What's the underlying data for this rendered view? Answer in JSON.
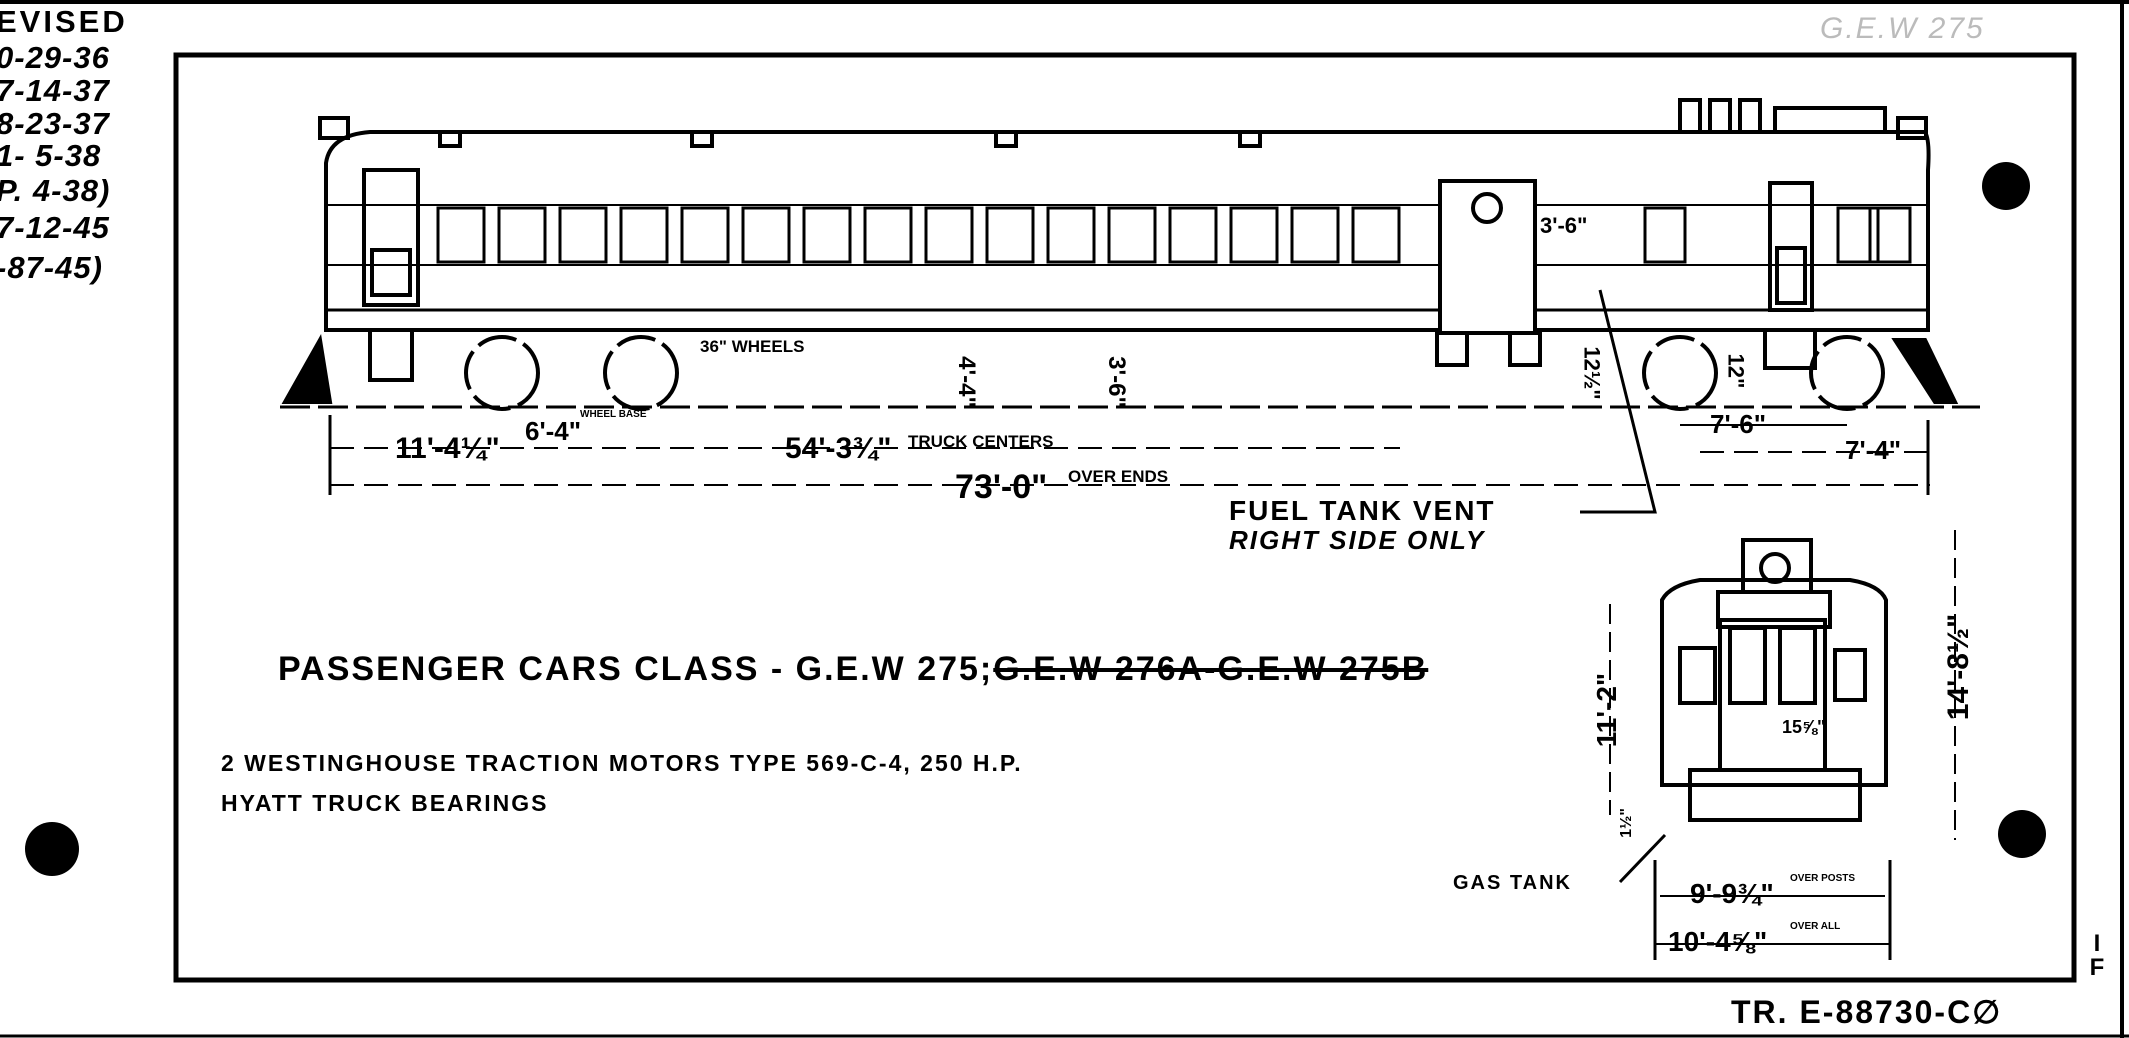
{
  "revisions": {
    "heading": "EVISED",
    "dates": [
      "0-29-36",
      "7-14-37",
      "8-23-37",
      "1- 5-38",
      "P. 4-38)",
      "7-12-45",
      "-87-45)"
    ]
  },
  "pencil_note": "G.E.W 275",
  "side_view": {
    "wheels_label": "36\" WHEELS",
    "dim_overall_left": "11'-4¼\"",
    "dim_wheel_base_left": "6'-4\"",
    "wheel_base_label": "WHEEL BASE",
    "dim_truck_centers": "54'-3¾\"",
    "truck_centers_label": "TRUCK CENTERS",
    "dim_over_ends": "73'-0\"",
    "over_ends_label": "OVER ENDS",
    "dim_wheel_base_right": "7'-6\"",
    "dim_right_end": "7'-4\"",
    "dim_44": "4'-4\"",
    "dim_36": "3'-6\"",
    "dim_12_5": "12½\"",
    "dim_12": "12\"",
    "dim_36_small": "3'-6\"",
    "fuel_tank_vent": "FUEL TANK VENT",
    "right_side_only": "RIGHT SIDE ONLY"
  },
  "title": {
    "main": "PASSENGER CARS  CLASS - G.E.W 275;",
    "struck": "G.E.W 276A-G.E.W 275B"
  },
  "specs": [
    "2 WESTINGHOUSE  TRACTION  MOTORS  TYPE  569-C-4, 250 H.P.",
    "HYATT  TRUCK  BEARINGS"
  ],
  "end_view": {
    "dim_height_body": "11'-2\"",
    "dim_height_total": "14'-8½\"",
    "dim_15": "15⅝\"",
    "dim_small": "1½\"",
    "gas_tank": "GAS TANK",
    "dim_width_posts": "9'-9¾\"",
    "over_posts_label": "OVER POSTS",
    "dim_width_overall": "10'-4⅝\"",
    "over_all_label": "OVER ALL"
  },
  "drawing_number": "TR. E-88730-C∅",
  "margin_mark": "I F"
}
